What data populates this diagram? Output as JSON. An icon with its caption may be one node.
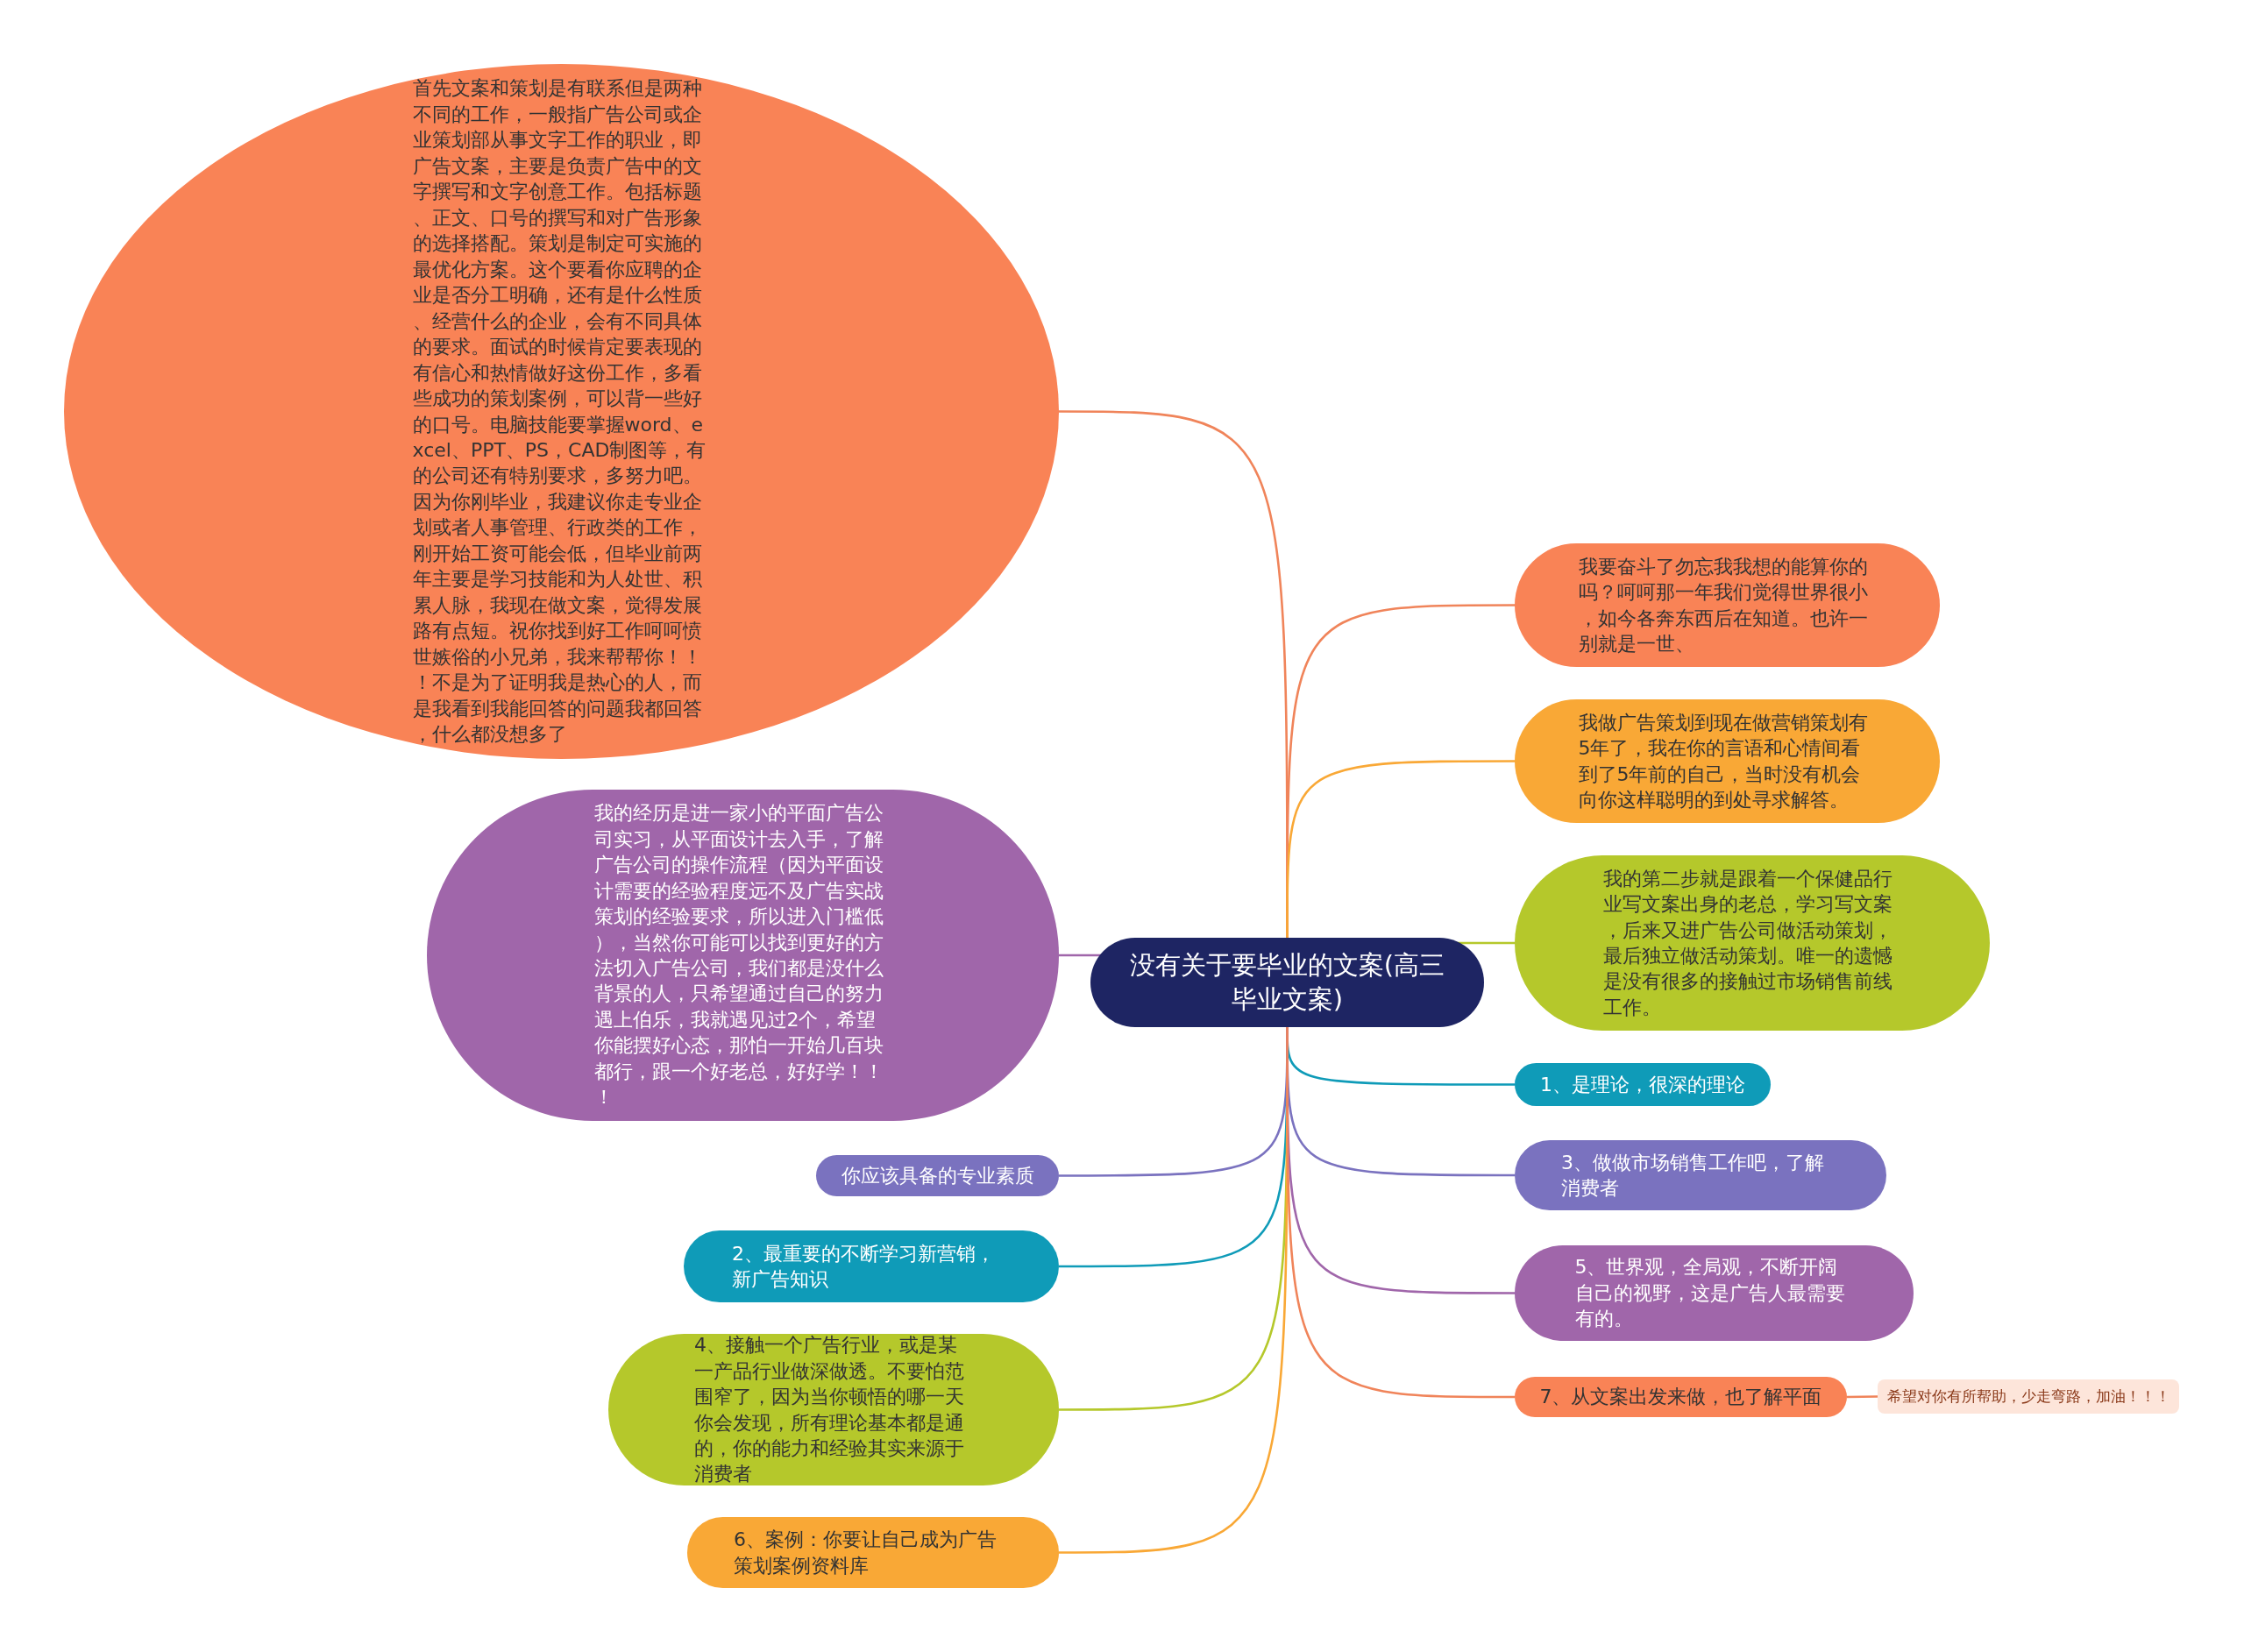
{
  "diagram": {
    "nodes": [
      {
        "text": [
          "没有关于要毕业的文案(高三毕业文案)"
        ]
      },
      {
        "text": [
          "首先文案和策划是有联系但是两种不同的工作，一般指广告公司或企业策划部从事文字工作的职业，即广告文案，主要是负责广告中的文字撰写和文字创意工作。包括标题、正文、口号的撰写和对广告形象的选择搭配。策划是制定可实施的最优化方案。这个要看你应聘的企业是否分工明确，还有是什么性质、经营什么的企业，会有不同具体的要求。面试的时候肯定要表现的有信心和热情做好这份工作，多看些成功的策划案例，可以背一些好的口号。电脑技能要掌握word、excel、PPT、PS，CAD制图等，有的公司还有特别要求，多努力吧。因为你刚毕业，我建议你走专业企划或者人事管理、行政类的工作，刚开始工资可能会低，但毕业前两年主要是学习技能和为人处世、积累人脉，我现在做文案，觉得发展路有点短。祝你找到好工作呵呵愤世嫉俗的小兄弟，我来帮帮你！！！不是为了证明我是热心的人，而是我看到我能回答的问题我都回答，什么都没想多了"
        ]
      },
      {
        "text": [
          "我的经历是进一家小的平面广告公司实习，从平面设计去入手，了解广告公司的操作流程（因为平面设计需要的经验程度远不及广告实战策划的经验要求，所以进入门槛低），当然你可能可以找到更好的方法切入广告公司，我们都是没什么背景的人，只希望通过自己的努力遇上伯乐，我就遇见过2个，希望你能摆好心态，那怕一开始几百块都行，跟一个好老总，好好学！！！"
        ]
      },
      {
        "text": [
          "你应该具备的专业素质"
        ]
      },
      {
        "text": [
          "2、最重要的不断学习新营销，新广告知识"
        ]
      },
      {
        "text": [
          "4、接触一个广告行业，或是某一产品行业做深做透。不要怕范围窄了，因为当你顿悟的哪一天你会发现，所有理论基本都是通的，你的能力和经验其实来源于消费者"
        ]
      },
      {
        "text": [
          "6、案例：你要让自己成为广告策划案例资料库"
        ]
      },
      {
        "text": [
          "我要奋斗了勿忘我我想的能算你的吗？呵呵那一年我们觉得世界很小，如今各奔东西后在知道。也许一别就是一世、"
        ]
      },
      {
        "text": [
          "我做广告策划到现在做营销策划有5年了，我在你的言语和心情间看到了5年前的自己，当时没有机会向你这样聪明的到处寻求解答。"
        ]
      },
      {
        "text": [
          "我的第二步就是跟着一个保健品行业写文案出身的老总，学习写文案，后来又进广告公司做活动策划，最后独立做活动策划。唯一的遗憾是没有很多的接触过市场销售前线工作。"
        ]
      },
      {
        "text": [
          "1、是理论，很深的理论"
        ]
      },
      {
        "text": [
          "3、做做市场销售工作吧，了解消费者"
        ]
      },
      {
        "text": [
          "5、世界观，全局观，不断开阔自己的视野，这是广告人最需要有的。"
        ]
      },
      {
        "text": [
          "7、从文案出发来做，也了解平面"
        ]
      },
      {
        "text": [
          "希望对你有所帮助，少走弯路，加油！！！"
        ]
      }
    ],
    "edges": [
      {
        "from": 0,
        "to": 1,
        "arrow": "none",
        "color": "#f0845a"
      },
      {
        "from": 0,
        "to": 2,
        "arrow": "none",
        "color": "#a066aa"
      },
      {
        "from": 0,
        "to": 3,
        "arrow": "none",
        "color": "#7a72bf"
      },
      {
        "from": 0,
        "to": 4,
        "arrow": "none",
        "color": "#0f9bb8"
      },
      {
        "from": 0,
        "to": 5,
        "arrow": "none",
        "color": "#b5c82b"
      },
      {
        "from": 0,
        "to": 6,
        "arrow": "none",
        "color": "#f9a836"
      },
      {
        "from": 0,
        "to": 7,
        "arrow": "none",
        "color": "#f0845a"
      },
      {
        "from": 0,
        "to": 8,
        "arrow": "none",
        "color": "#f9a836"
      },
      {
        "from": 0,
        "to": 9,
        "arrow": "none",
        "color": "#b5c82b"
      },
      {
        "from": 0,
        "to": 10,
        "arrow": "none",
        "color": "#0f9bb8"
      },
      {
        "from": 0,
        "to": 11,
        "arrow": "none",
        "color": "#7a72bf"
      },
      {
        "from": 0,
        "to": 12,
        "arrow": "none",
        "color": "#a066aa"
      },
      {
        "from": 0,
        "to": 13,
        "arrow": "none",
        "color": "#f0845a"
      },
      {
        "from": 13,
        "to": 14,
        "arrow": "none",
        "color": "#f0845a"
      }
    ]
  }
}
